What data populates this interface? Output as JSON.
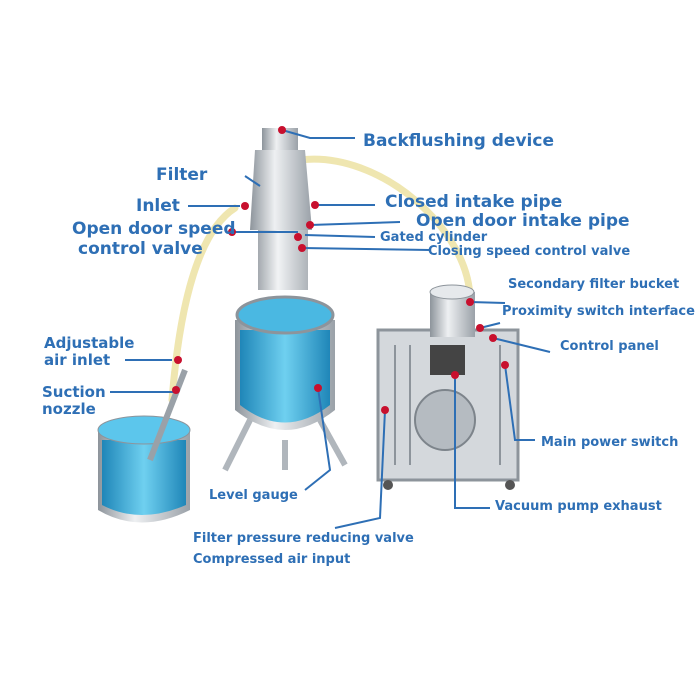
{
  "title": "Vacuum feeder system diagram",
  "colors": {
    "label": "#2e6fb5",
    "marker": "#c8102e",
    "water": "#3aa7d6",
    "steel": "#c9cdd2",
    "hose": "#efe6b0"
  },
  "labels": {
    "backflushing": "Backflushing device",
    "filter": "Filter",
    "inlet": "Inlet",
    "open_door_speed_1": "Open door speed",
    "open_door_speed_2": "control valve",
    "closed_intake": "Closed intake pipe",
    "open_door_intake": "Open door intake pipe",
    "gated_cylinder": "Gated cylinder",
    "closing_speed": "Closing speed control valve",
    "secondary_filter": "Secondary filter bucket",
    "proximity_switch": "Proximity switch interface",
    "control_panel": "Control panel",
    "adjustable_1": "Adjustable",
    "adjustable_2": "air inlet",
    "suction_1": "Suction",
    "suction_2": "nozzle",
    "main_power": "Main power switch",
    "level_gauge": "Level gauge",
    "vacuum_exhaust": "Vacuum pump exhaust",
    "filter_pressure": "Filter pressure reducing valve",
    "compressed_air": "Compressed air input"
  }
}
